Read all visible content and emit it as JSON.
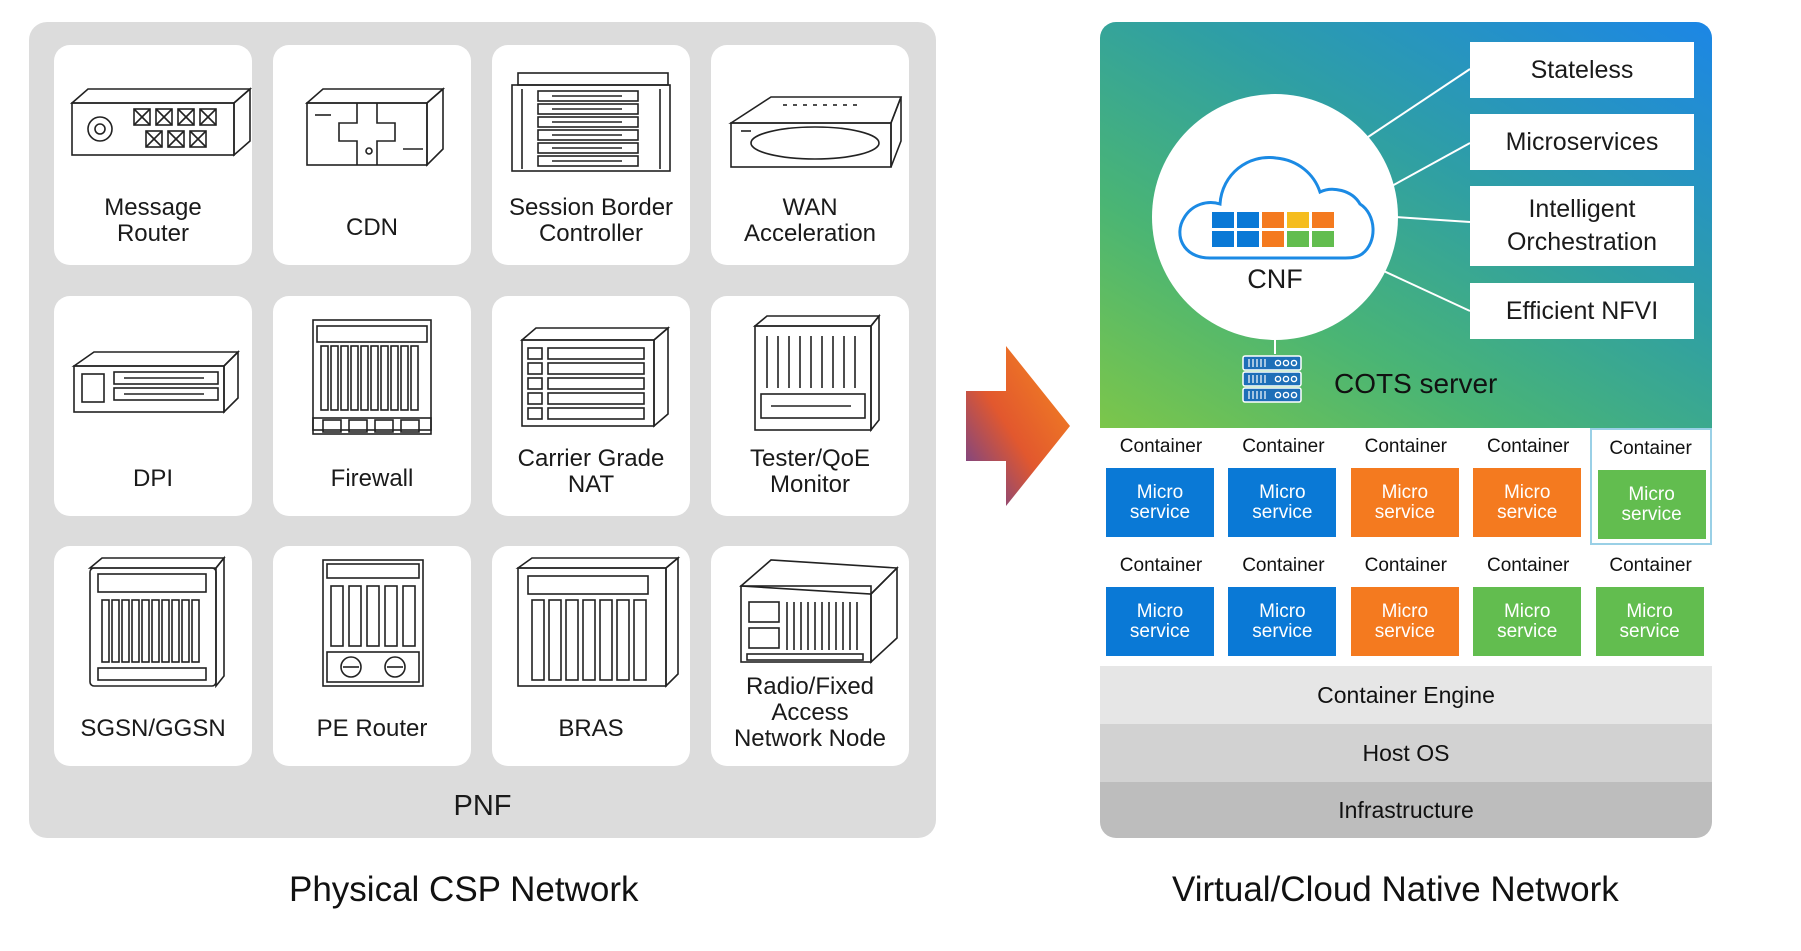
{
  "colors": {
    "blue": "#0a79d6",
    "orange": "#f47a1f",
    "green": "#62bd4f",
    "panel_gray": "#dcdcdc"
  },
  "pnf": {
    "label": "PNF",
    "devices": [
      {
        "label": "Message\nRouter",
        "icon": "message-router-icon"
      },
      {
        "label": "CDN",
        "icon": "cdn-icon"
      },
      {
        "label": "Session Border\nController",
        "icon": "session-border-controller-icon"
      },
      {
        "label": "WAN\nAcceleration",
        "icon": "wan-acceleration-icon"
      },
      {
        "label": "DPI",
        "icon": "dpi-icon"
      },
      {
        "label": "Firewall",
        "icon": "firewall-icon"
      },
      {
        "label": "Carrier Grade\nNAT",
        "icon": "carrier-grade-nat-icon"
      },
      {
        "label": "Tester/QoE\nMonitor",
        "icon": "tester-qoe-monitor-icon"
      },
      {
        "label": "SGSN/GGSN",
        "icon": "sgsn-ggsn-icon"
      },
      {
        "label": "PE Router",
        "icon": "pe-router-icon"
      },
      {
        "label": "BRAS",
        "icon": "bras-icon"
      },
      {
        "label": "Radio/Fixed\nAccess\nNetwork Node",
        "icon": "radio-fixed-access-node-icon"
      }
    ]
  },
  "captions": {
    "left": "Physical CSP Network",
    "right": "Virtual/Cloud Native Network"
  },
  "cnf": {
    "label": "CNF",
    "features": [
      "Stateless",
      "Microservices",
      "Intelligent\nOrchestration",
      "Efficient NFVI"
    ],
    "server_label": "COTS server",
    "container_rows": [
      [
        {
          "label": "Container",
          "service": "Micro\nservice",
          "color": "blue"
        },
        {
          "label": "Container",
          "service": "Micro\nservice",
          "color": "blue"
        },
        {
          "label": "Container",
          "service": "Micro\nservice",
          "color": "orange"
        },
        {
          "label": "Container",
          "service": "Micro\nservice",
          "color": "orange"
        },
        {
          "label": "Container",
          "service": "Micro\nservice",
          "color": "green"
        }
      ],
      [
        {
          "label": "Container",
          "service": "Micro\nservice",
          "color": "blue"
        },
        {
          "label": "Container",
          "service": "Micro\nservice",
          "color": "blue"
        },
        {
          "label": "Container",
          "service": "Micro\nservice",
          "color": "orange"
        },
        {
          "label": "Container",
          "service": "Micro\nservice",
          "color": "green"
        },
        {
          "label": "Container",
          "service": "Micro\nservice",
          "color": "green"
        }
      ]
    ],
    "layers": [
      {
        "label": "Container Engine",
        "color": "#e6e6e6"
      },
      {
        "label": "Host OS",
        "color": "#d2d2d2"
      },
      {
        "label": "Infrastructure",
        "color": "#bdbdbd"
      }
    ]
  }
}
